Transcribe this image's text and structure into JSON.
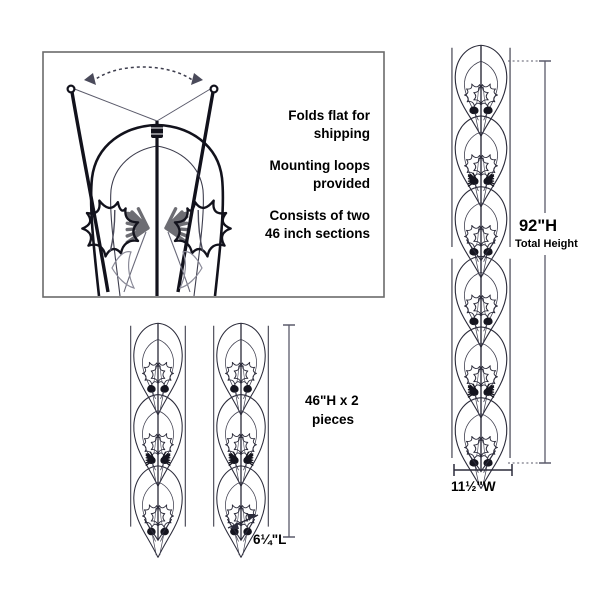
{
  "page": {
    "title": "Folding Leaf Trellis Dimension Diagram",
    "background": "#ffffff"
  },
  "inset_panel": {
    "name": "folding-detail-inset",
    "border_color": "#6b6b6b",
    "features": [
      {
        "line1": "Folds flat for",
        "line2": "shipping"
      },
      {
        "line1": "Mounting loops",
        "line2": "provided"
      },
      {
        "line1": "Consists of two",
        "line2": "46 inch sections"
      }
    ],
    "hinge_arrow": "fold-arc-arrow",
    "loops": [
      "mounting-loop-left",
      "mounting-loop-right"
    ]
  },
  "sections_group": {
    "name": "two-46-inch-sections",
    "panel_count": 2,
    "height_label": {
      "line1": "46\"H x 2",
      "line2": "pieces"
    },
    "depth_label": "6¼\"L"
  },
  "full_trellis": {
    "name": "assembled-92-inch-trellis",
    "height_label": "92\"H",
    "height_sublabel": "Total Height",
    "width_label": "11½\"W"
  },
  "colors": {
    "ink": "#1a1a26",
    "mid": "#3d3d4d",
    "light": "#7a7a8a",
    "box_border": "#6b6b6b",
    "dim_line": "#5a5a6a"
  }
}
